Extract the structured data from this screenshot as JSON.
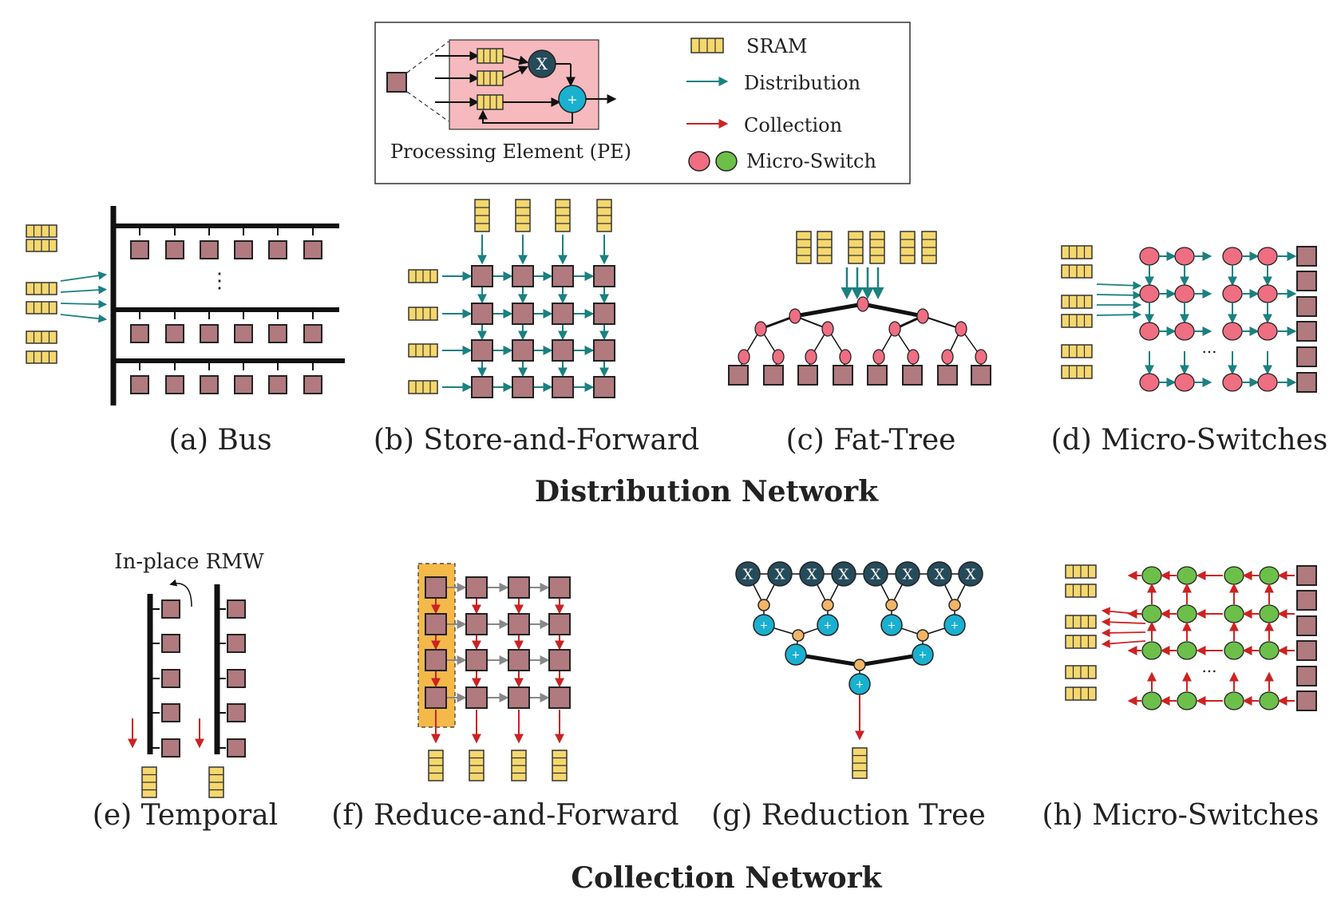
{
  "legend": {
    "pe_caption": "Processing Element (PE)",
    "multiply_symbol": "X",
    "add_symbol": "+",
    "sram": "SRAM",
    "distribution": "Distribution",
    "collection": "Collection",
    "micro_switch": "Micro-Switch"
  },
  "distribution_network": {
    "title": "Distribution Network",
    "panels": [
      {
        "id": "a",
        "caption": "(a) Bus"
      },
      {
        "id": "b",
        "caption": "(b) Store-and-Forward"
      },
      {
        "id": "c",
        "caption": "(c) Fat-Tree"
      },
      {
        "id": "d",
        "caption": "(d) Micro-Switches"
      }
    ]
  },
  "collection_network": {
    "title": "Collection Network",
    "panels": [
      {
        "id": "e",
        "caption": "(e) Temporal"
      },
      {
        "id": "f",
        "caption": "(f) Reduce-and-Forward"
      },
      {
        "id": "g",
        "caption": "(g) Reduction Tree"
      },
      {
        "id": "h",
        "caption": "(h) Micro-Switches"
      }
    ]
  },
  "annotations": {
    "in_place_rmw": "In-place RMW",
    "vertical_ellipsis": "⋮",
    "ellipsis": "..."
  },
  "colors": {
    "pe_fill": "#b07a7e",
    "sram_fill": "#f5d76e",
    "distribution_arrow": "#1b8080",
    "collection_arrow": "#cc2222",
    "switch_pink": "#ef6e82",
    "switch_green": "#6cc04a",
    "multiplier": "#254b5a",
    "adder": "#1ab0cf",
    "tree_node": "#f1b567",
    "pe_box_bg": "#f6b9bd",
    "highlight": "#f5b94a"
  }
}
